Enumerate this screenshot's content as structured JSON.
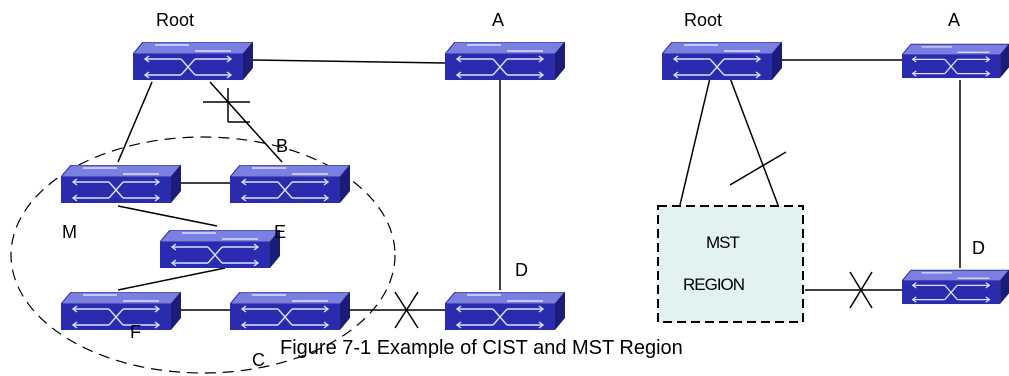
{
  "diagram": {
    "caption": "Figure 7-1 Example of CIST and MST Region",
    "left": {
      "switches": {
        "root": "Root",
        "a": "A",
        "b": "B",
        "m": "M",
        "e": "E",
        "f": "F",
        "c": "C",
        "d": "D"
      }
    },
    "right": {
      "switches": {
        "root": "Root",
        "a": "A",
        "d": "D"
      },
      "region": {
        "line1": "MST",
        "line2": "REGION"
      }
    }
  },
  "colors": {
    "switch_top": "#7b7fe0",
    "switch_front": "#2b2bb0",
    "switch_side": "#1b1b78",
    "region_fill": "#e2f1f1"
  }
}
